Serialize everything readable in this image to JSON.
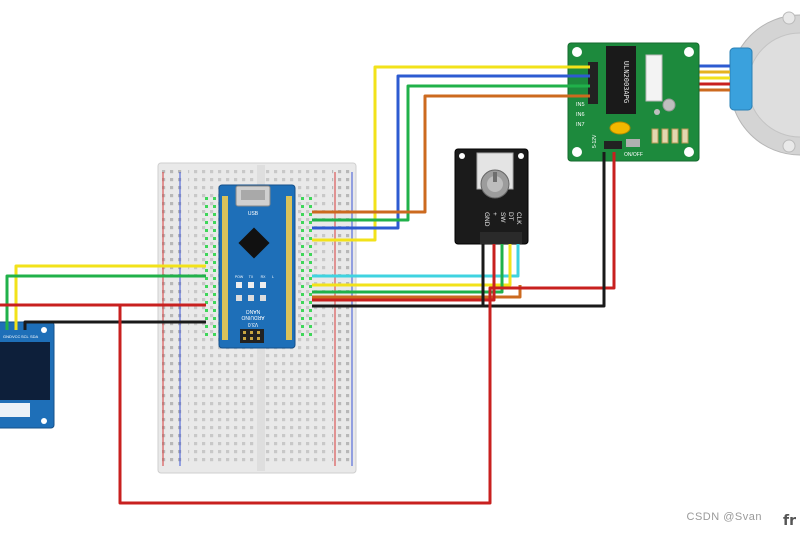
{
  "nano": {
    "board_name": "ARDUINO",
    "board_model": "NANO",
    "board_version": "V3.0",
    "usb_label": "USB",
    "led_labels": [
      "POW",
      "TX",
      "RX",
      "L"
    ]
  },
  "driver": {
    "chip_label": "ULN2003APG",
    "input_labels": [
      "IN5",
      "IN6",
      "IN7"
    ],
    "power_label": "5-12V",
    "switch_label": "ON/OFF"
  },
  "encoder": {
    "pin_labels": [
      "CLK",
      "DT",
      "SW",
      "+",
      "GND"
    ]
  },
  "oled": {
    "pin_labels": [
      "GND",
      "VCC",
      "SCL",
      "SDA"
    ]
  },
  "watermark": {
    "text": "CSDN @Svan",
    "logo_text": "fr"
  },
  "colors": {
    "yellow_wire": "#f2e21a",
    "green_wire": "#20b14a",
    "blue_wire": "#2d5bd1",
    "orange_wire": "#cc6a1f",
    "red_wire": "#c8201f",
    "black_wire": "#1a1a1a",
    "cyan_wire": "#3fd3e0",
    "pcb_green": "#1d8a3d",
    "nano_blue": "#1e6fb8"
  }
}
